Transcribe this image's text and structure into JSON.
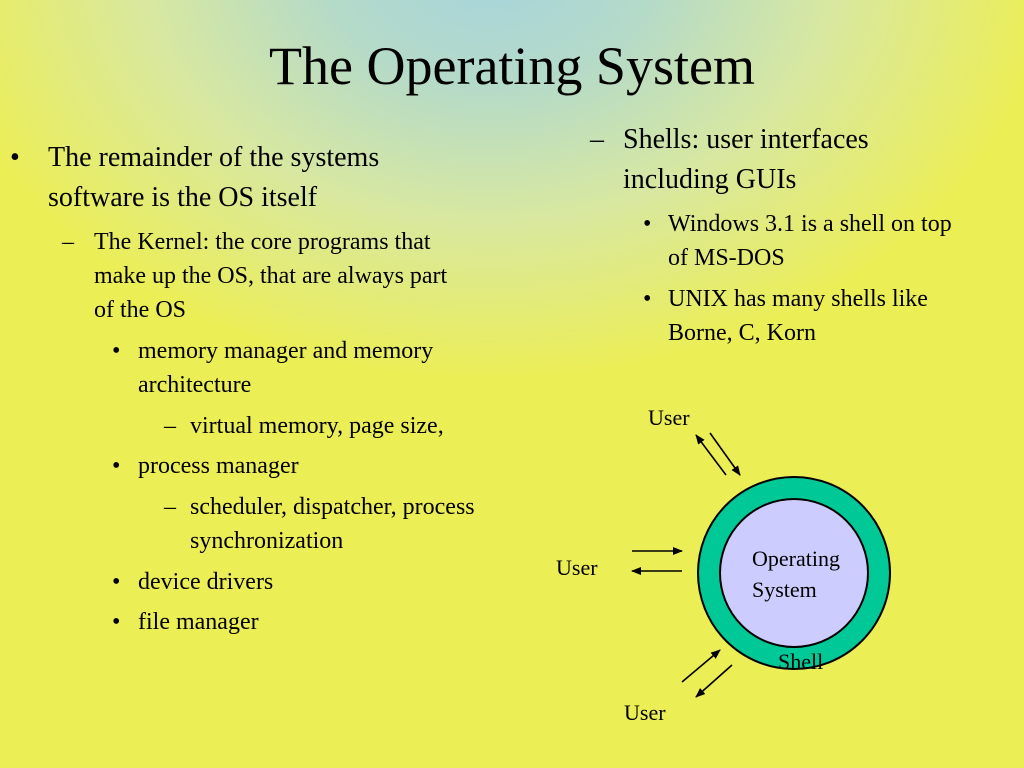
{
  "title": "The Operating System",
  "left_column": {
    "b1": {
      "mark": "•",
      "text": "The remainder of the systems software is the OS itself"
    },
    "b2": {
      "mark": "–",
      "text": "The Kernel:  the core programs that make up the OS, that are always part of the OS"
    },
    "b3": {
      "mark": "•",
      "text": "memory manager and memory architecture"
    },
    "b4": {
      "mark": "–",
      "text": "virtual memory, page size,"
    },
    "b5": {
      "mark": "•",
      "text": "process manager"
    },
    "b6": {
      "mark": "–",
      "text": "scheduler, dispatcher, process synchronization"
    },
    "b7": {
      "mark": "•",
      "text": "device drivers"
    },
    "b8": {
      "mark": "•",
      "text": "file manager"
    }
  },
  "right_column": {
    "b1": {
      "mark": "–",
      "text": "Shells:  user interfaces including GUIs"
    },
    "b2": {
      "mark": "•",
      "text": "Windows 3.1 is a shell on top of MS-DOS"
    },
    "b3": {
      "mark": "•",
      "text": "UNIX has many shells like Borne, C, Korn"
    }
  },
  "diagram": {
    "user_top": "User",
    "user_left": "User",
    "user_bottom": "User",
    "os_line1": "Operating",
    "os_line2": "System",
    "shell": "Shell",
    "colors": {
      "shell_ring": "#00c896",
      "os_core": "#ccccff",
      "stroke": "#000000"
    }
  }
}
